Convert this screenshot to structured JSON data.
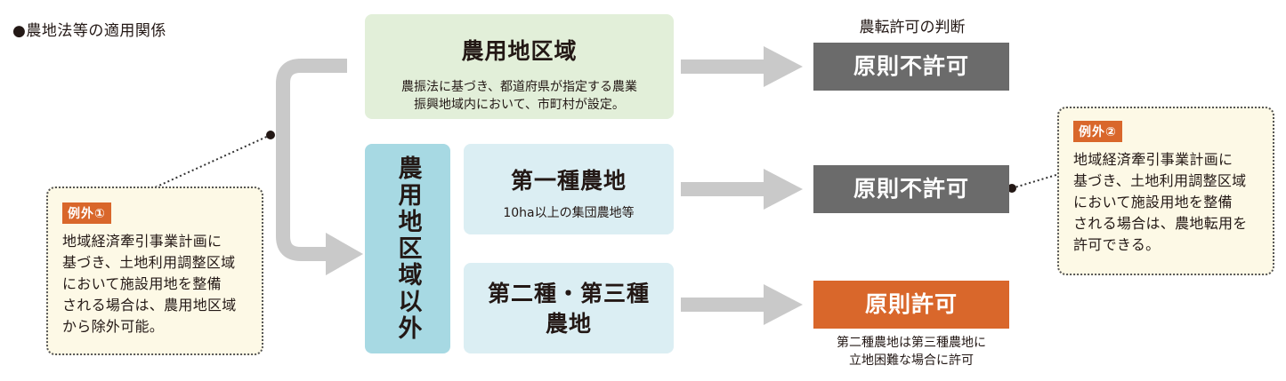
{
  "heading": "●農地法等の適用関係",
  "judgment_header": "農転許可の判断",
  "agricultural_zone": {
    "title": "農用地区域",
    "desc_line1": "農振法に基づき、都道府県が指定する農業",
    "desc_line2": "振興地域内において、市町村が設定。"
  },
  "outside_zone": {
    "label": "農用地区域以外"
  },
  "class1": {
    "title": "第一種農地",
    "desc": "10ha以上の集団農地等"
  },
  "class23": {
    "title_line1": "第二種・第三種",
    "title_line2": "農地"
  },
  "verdicts": {
    "zone": "原則不許可",
    "class1": "原則不許可",
    "class23": "原則許可"
  },
  "class23_note": {
    "line1": "第二種農地は第三種農地に",
    "line2": "立地困難な場合に許可"
  },
  "exception1": {
    "tag": "例外①",
    "lines": [
      "地域経済牽引事業計画に",
      "基づき、土地利用調整区域",
      "において施設用地を整備",
      "される場合は、農用地区域",
      "から除外可能。"
    ]
  },
  "exception2": {
    "tag": "例外②",
    "lines": [
      "地域経済牽引事業計画に",
      "基づき、土地利用調整区域",
      "において施設用地を整備",
      "される場合は、農地転用を",
      "許可できる。"
    ]
  },
  "colors": {
    "arrow": "#c9c9c9",
    "green_box": "#e2efd9",
    "lightblue_box": "#dbeef3",
    "midblue_box": "#a7d9e3",
    "verdict_gray": "#6b6b6b",
    "verdict_orange": "#d9672b",
    "note_bg": "#fdf9e6"
  }
}
